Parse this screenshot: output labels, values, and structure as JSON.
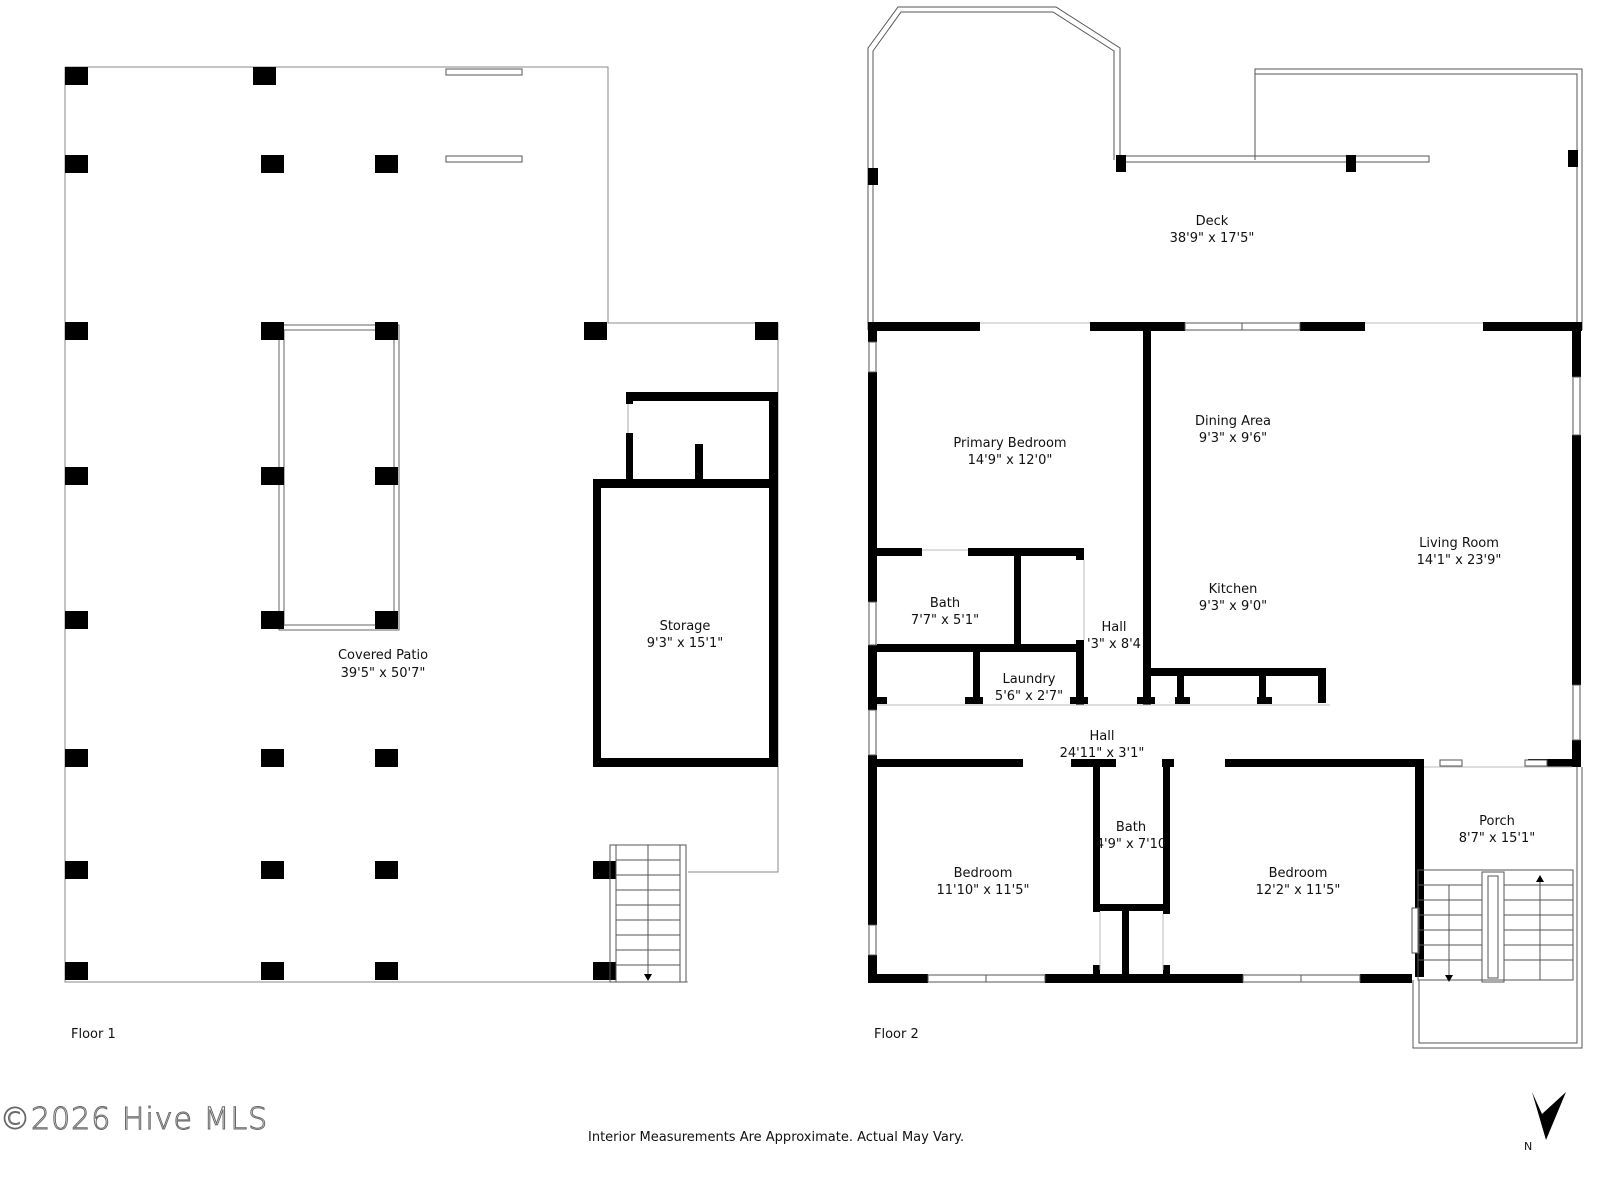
{
  "floors": [
    {
      "label": "Floor 1",
      "rooms": [
        {
          "name": "Covered Patio",
          "dims": "39'5\" x 50'7\""
        },
        {
          "name": "Storage",
          "dims": "9'3\" x 15'1\""
        }
      ]
    },
    {
      "label": "Floor 2",
      "rooms": [
        {
          "name": "Deck",
          "dims": "38'9\" x 17'5\""
        },
        {
          "name": "Primary Bedroom",
          "dims": "14'9\" x 12'0\""
        },
        {
          "name": "Dining Area",
          "dims": "9'3\" x 9'6\""
        },
        {
          "name": "Living Room",
          "dims": "14'1\" x 23'9\""
        },
        {
          "name": "Bath",
          "dims": "7'7\" x 5'1\""
        },
        {
          "name": "Hall",
          "dims": "'3\" x 8'4"
        },
        {
          "name": "Kitchen",
          "dims": "9'3\" x 9'0\""
        },
        {
          "name": "Laundry",
          "dims": "5'6\" x 2'7\""
        },
        {
          "name": "Hall",
          "dims": "24'11\" x 3'1\""
        },
        {
          "name": "Bath",
          "dims": "4'9\" x 7'10"
        },
        {
          "name": "Bedroom",
          "dims": "11'10\" x 11'5\""
        },
        {
          "name": "Bedroom",
          "dims": "12'2\" x 11'5\""
        },
        {
          "name": "Porch",
          "dims": "8'7\" x 15'1\""
        }
      ]
    }
  ],
  "footer": {
    "copyright": "©2026 Hive MLS",
    "disclaimer": "Interior Measurements Are Approximate. Actual May Vary.",
    "north_label": "N"
  },
  "colors": {
    "wall": "#000000",
    "outline": "#7a7a7a",
    "background": "#ffffff"
  }
}
